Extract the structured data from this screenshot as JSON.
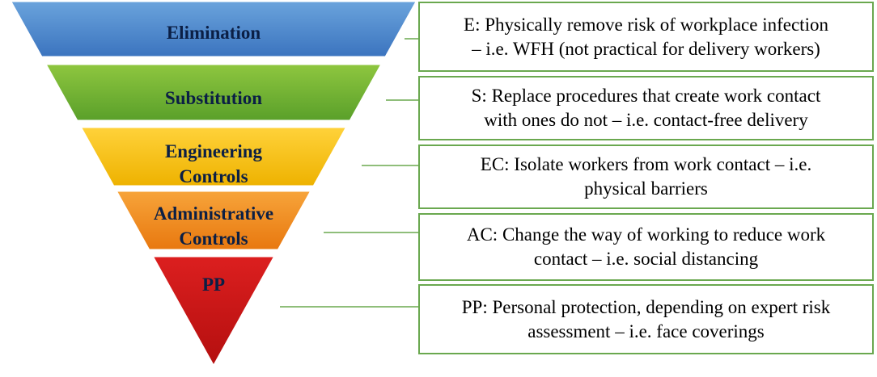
{
  "tiers": [
    {
      "key": "elimination",
      "label_lines": [
        "Elimination"
      ],
      "color_top": "#6aa3dc",
      "color_bottom": "#3b74bf",
      "description_lines": [
        "E: Physically remove risk of workplace infection",
        "– i.e. WFH (not practical for delivery workers)"
      ]
    },
    {
      "key": "substitution",
      "label_lines": [
        "Substitution"
      ],
      "color_top": "#8ec63f",
      "color_bottom": "#5aa02a",
      "description_lines": [
        "S: Replace procedures that create work contact",
        "with ones do not – i.e. contact-free delivery"
      ]
    },
    {
      "key": "engineering-controls",
      "label_lines": [
        "Engineering",
        "Controls"
      ],
      "color_top": "#ffd23a",
      "color_bottom": "#eeb200",
      "description_lines": [
        "EC: Isolate workers from work contact – i.e.",
        "physical barriers"
      ]
    },
    {
      "key": "administrative-controls",
      "label_lines": [
        "Administrative",
        "Controls"
      ],
      "color_top": "#f7a43a",
      "color_bottom": "#e8780f",
      "description_lines": [
        "AC: Change the way of working to reduce work",
        "contact – i.e. social distancing"
      ]
    },
    {
      "key": "pp",
      "label_lines": [
        "PP"
      ],
      "color_top": "#dc1f1f",
      "color_bottom": "#b40f0f",
      "description_lines": [
        "PP: Personal protection, depending on expert risk",
        "assessment – i.e. face coverings"
      ]
    }
  ],
  "colors": {
    "box_border": "#6aa84f",
    "connector": "#6aa84f",
    "label_text": "#0b1f45"
  }
}
